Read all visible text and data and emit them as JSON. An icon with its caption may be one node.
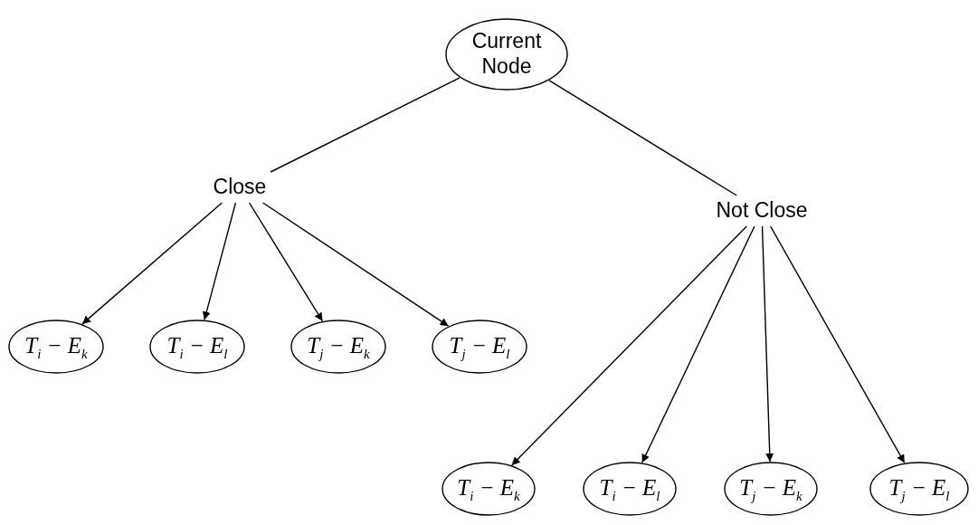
{
  "diagram": {
    "nodes": [
      {
        "text": [
          "Current Node"
        ]
      },
      {
        "text": [
          "Close"
        ]
      },
      {
        "text": [
          "Not Close"
        ]
      },
      {
        "text": [
          "T$_{i}$ − E$_{k}$"
        ]
      },
      {
        "text": [
          "T$_{i}$ − E$_{l}$"
        ]
      },
      {
        "text": [
          "T$_{j}$ − E$_{k}$"
        ]
      },
      {
        "text": [
          "T$_{j}$ − E$_{l}$"
        ]
      },
      {
        "text": [
          "T$_{i}$ − E$_{k}$"
        ]
      },
      {
        "text": [
          "T$_{i}$ − E$_{l}$"
        ]
      },
      {
        "text": [
          "T$_{j}$ − E$_{k}$"
        ]
      },
      {
        "text": [
          "T$_{j}$ − E$_{l}$"
        ]
      }
    ],
    "edges": [
      {
        "from": 0,
        "to": 1,
        "arrow": "none"
      },
      {
        "from": 0,
        "to": 2,
        "arrow": "none"
      },
      {
        "from": 1,
        "to": 3,
        "arrow": "to"
      },
      {
        "from": 1,
        "to": 4,
        "arrow": "to"
      },
      {
        "from": 1,
        "to": 5,
        "arrow": "to"
      },
      {
        "from": 1,
        "to": 6,
        "arrow": "to"
      },
      {
        "from": 2,
        "to": 7,
        "arrow": "to"
      },
      {
        "from": 2,
        "to": 8,
        "arrow": "to"
      },
      {
        "from": 2,
        "to": 9,
        "arrow": "to"
      },
      {
        "from": 2,
        "to": 10,
        "arrow": "to"
      }
    ]
  }
}
